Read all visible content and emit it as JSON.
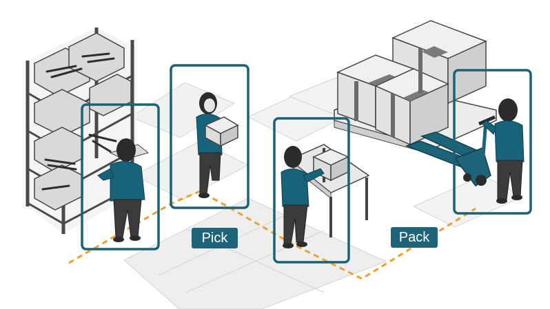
{
  "labels": {
    "pick": "Pick",
    "pack": "Pack"
  },
  "colors": {
    "accent": "#1e6478",
    "highlight_frame": "#1a6275",
    "path": "#f0a030",
    "shirt": "#17647a",
    "pants": "#3b3b3b",
    "hair": "#2b2b2b",
    "skin": "#e6e6e6",
    "box": "#e2e2e2",
    "box_tape": "#7a7a7a",
    "shelf_frame": "#4a4a4a",
    "floor_tile": "#efefef",
    "pallet_jack": "#1e6478"
  },
  "icons": [
    "storage-shelf",
    "pallet-of-boxes",
    "pallet-jack",
    "packing-table",
    "worker",
    "dashed-route"
  ],
  "people_highlighted": 4
}
